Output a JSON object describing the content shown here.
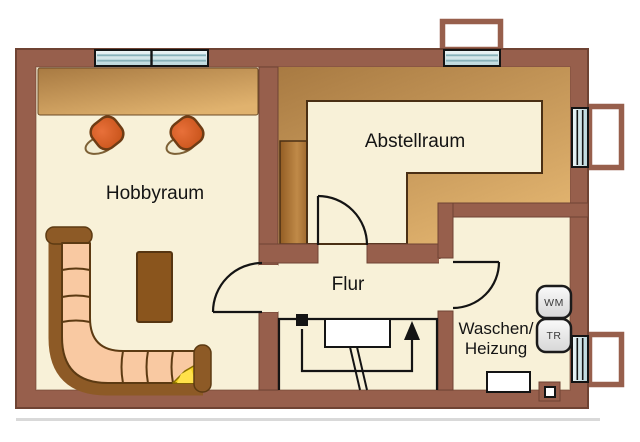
{
  "plan": {
    "rooms": {
      "hobbyraum": {
        "label": "Hobbyraum"
      },
      "abstellraum": {
        "label": "Abstellraum"
      },
      "flur": {
        "label": "Flur"
      },
      "waschen_heizung": {
        "label_line1": "Waschen/",
        "label_line2": "Heizung"
      }
    },
    "appliances": {
      "washing_machine": {
        "label": "WM"
      },
      "dryer": {
        "label": "TR"
      }
    }
  },
  "icons": {
    "window": "glass-strip-with-mullion-lines",
    "light_shaft": "white-box-outside-wall",
    "door_swing": "quarter-circle-arc",
    "stairs_up_arrow": "filled-triangle-arrow",
    "stairs_start_marker": "filled-square",
    "chimney": "square-with-white-core"
  },
  "colors": {
    "wall": "#975f4c",
    "wall_dark": "#6f4333",
    "floor": "#f8f1d8",
    "tan_dark": "#a87a42",
    "tan_light": "#e0b26e",
    "shelf_dark": "#935d24",
    "shelf_light": "#c08a48",
    "cream_border": "#4a2f14",
    "window_fill_1": "#eef6f7",
    "window_fill_2": "#b9d6db",
    "window_line": "#88b2ba",
    "line": "#141414",
    "sofa_frame": "#8d5a26",
    "cushion": "#f9c9a2",
    "cushion_line": "#5c3a12",
    "table": "#8a551d",
    "table_border": "#563511",
    "seat_light": "#e8703a",
    "seat_dark": "#c24e14",
    "seat_border": "#6e3c14",
    "base_fill": "#f2ecd2",
    "base_border": "#7d6136",
    "yellow": "#f2d11e",
    "yellow_2": "#ffe14a",
    "appliance_fill_1": "#fafafa",
    "appliance_fill_2": "#d6d6d6",
    "appliance_border": "#1b1b1b",
    "shadow": "#d9d9d9"
  }
}
